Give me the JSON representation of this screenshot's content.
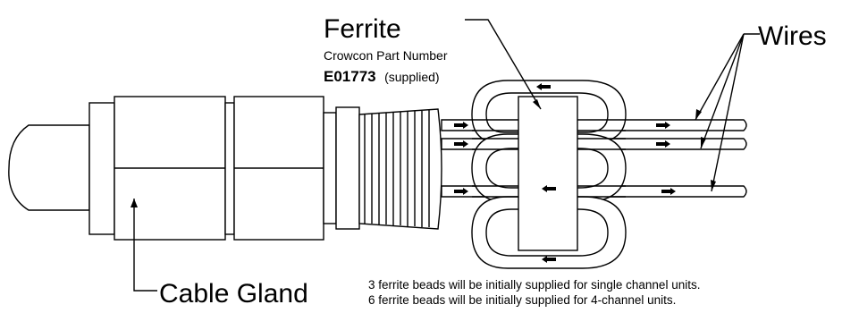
{
  "labels": {
    "ferrite": "Ferrite",
    "part_number_caption": "Crowcon Part Number",
    "part_number": "E01773",
    "part_number_suffix": "(supplied)",
    "wires": "Wires",
    "cable_gland": "Cable Gland"
  },
  "notes": [
    "3 ferrite beads will be initially supplied for single channel units.",
    "6 ferrite beads will be initially supplied for 4-channel units."
  ]
}
